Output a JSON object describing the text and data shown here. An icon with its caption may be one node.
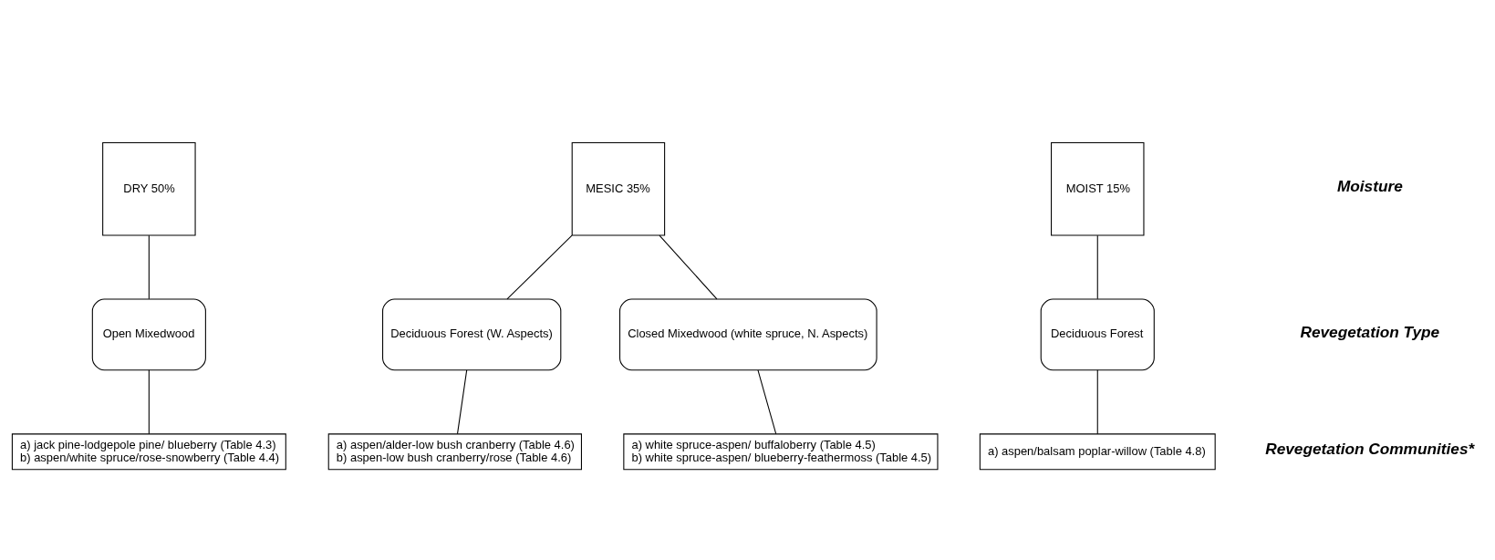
{
  "diagram": {
    "nodes": [
      {
        "text": [
          "DRY 50%"
        ]
      },
      {
        "text": [
          "MESIC 35%"
        ]
      },
      {
        "text": [
          "MOIST 15%"
        ]
      },
      {
        "text": [
          "Open Mixedwood"
        ]
      },
      {
        "text": [
          "Deciduous Forest (W. Aspects)"
        ]
      },
      {
        "text": [
          "Closed Mixedwood (white spruce, N. Aspects)"
        ]
      },
      {
        "text": [
          "Deciduous Forest"
        ]
      },
      {
        "text": [
          "a) jack pine-lodgepole pine/ blueberry (Table 4.3)",
          "b) aspen/white spruce/rose-snowberry (Table 4.4)"
        ]
      },
      {
        "text": [
          "a) aspen/alder-low bush cranberry (Table 4.6)",
          "b) aspen-low bush cranberry/rose (Table 4.6)"
        ]
      },
      {
        "text": [
          "a) white spruce-aspen/ buffaloberry (Table 4.5)",
          "b) white spruce-aspen/ blueberry-feathermoss (Table 4.5)"
        ]
      },
      {
        "text": [
          "a) aspen/balsam poplar-willow (Table 4.8)"
        ]
      }
    ],
    "edges": [
      {
        "from": 0,
        "to": 3,
        "arrow": "none"
      },
      {
        "from": 1,
        "to": 4,
        "arrow": "none"
      },
      {
        "from": 1,
        "to": 5,
        "arrow": "none"
      },
      {
        "from": 2,
        "to": 6,
        "arrow": "none"
      },
      {
        "from": 3,
        "to": 7,
        "arrow": "none"
      },
      {
        "from": 4,
        "to": 8,
        "arrow": "none"
      },
      {
        "from": 5,
        "to": 9,
        "arrow": "none"
      },
      {
        "from": 6,
        "to": 10,
        "arrow": "none"
      }
    ],
    "labels": [
      "Moisture",
      "Revegetation Type",
      "Revegetation Communities*"
    ]
  }
}
